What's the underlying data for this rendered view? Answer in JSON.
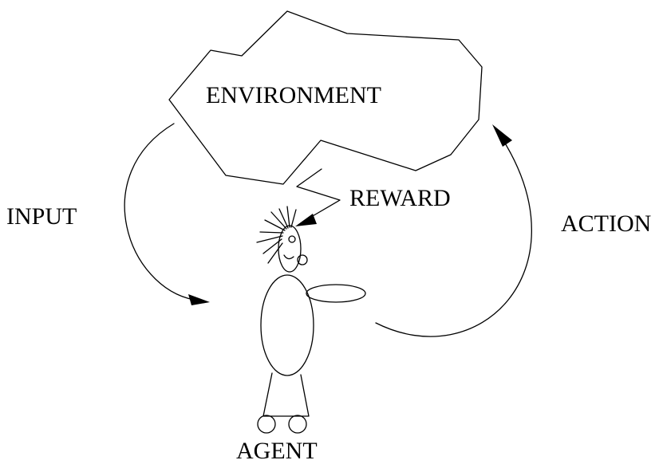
{
  "labels": {
    "environment": "ENVIRONMENT",
    "reward": "REWARD",
    "input": "INPUT",
    "action": "ACTION",
    "agent": "AGENT"
  },
  "colors": {
    "background": "#ffffff",
    "ink": "#000000"
  }
}
